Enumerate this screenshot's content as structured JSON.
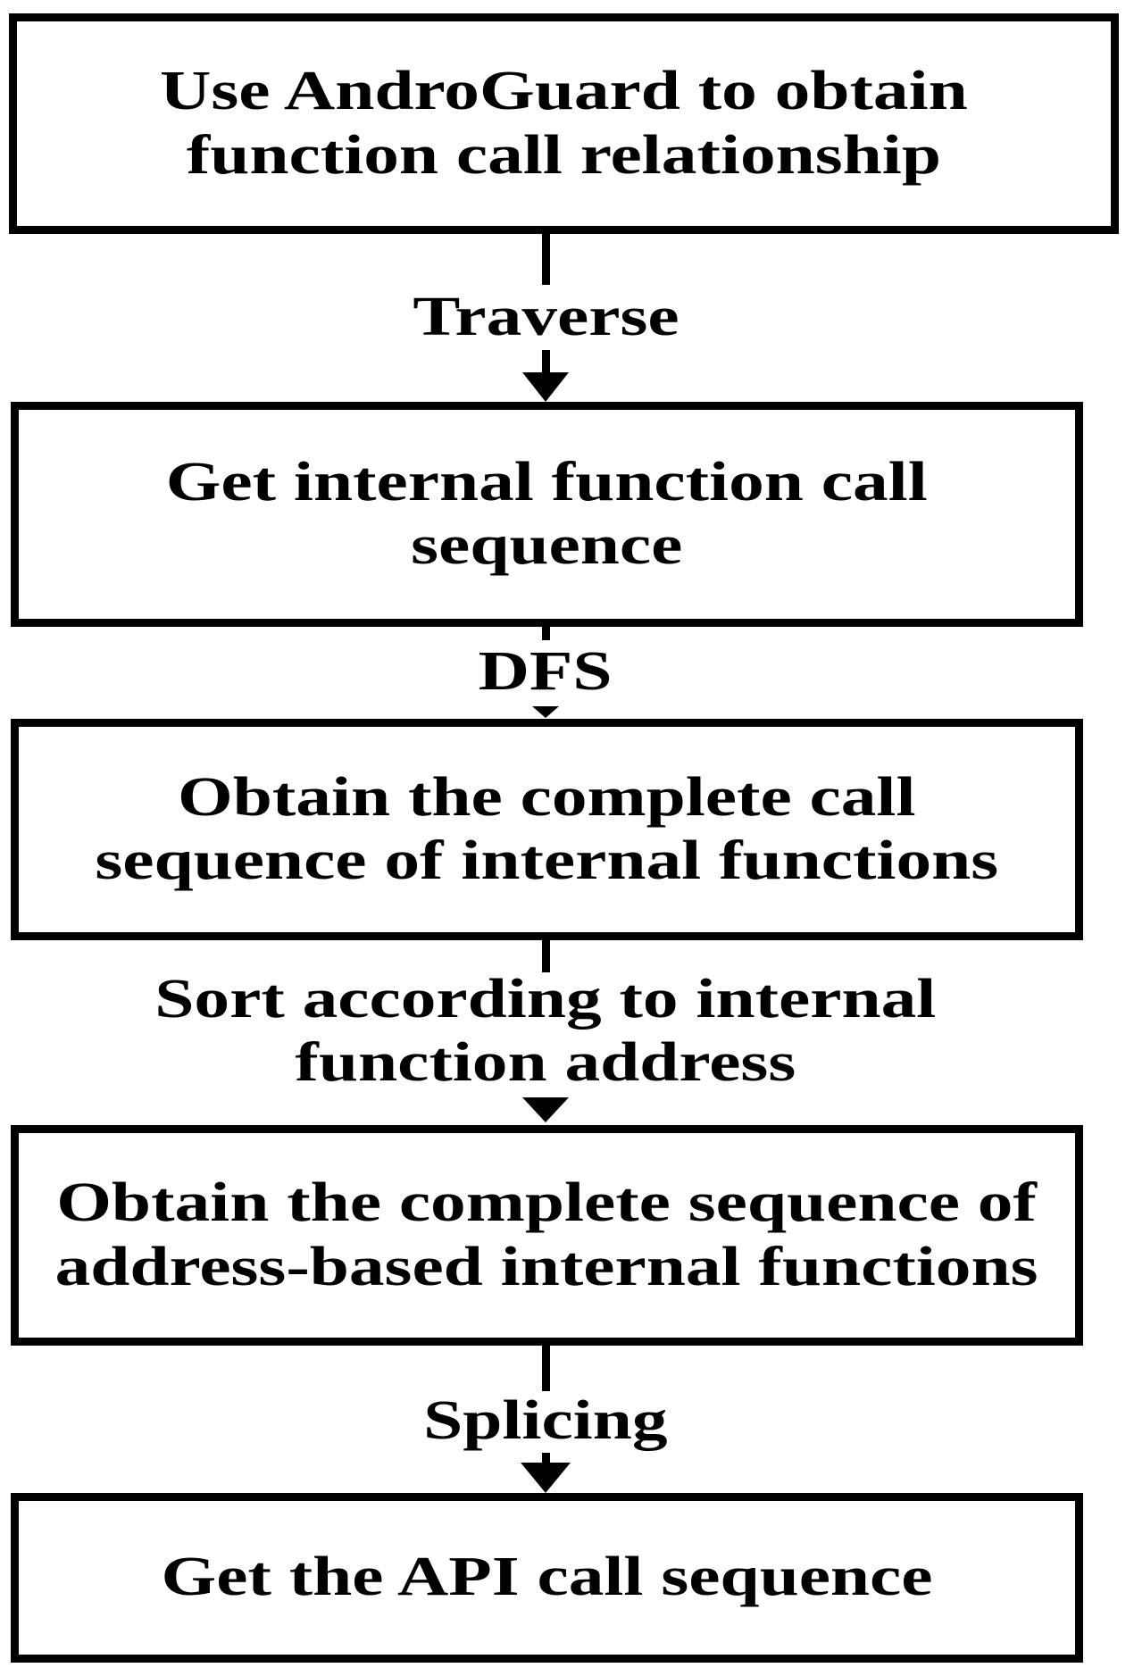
{
  "flowchart": {
    "background_color": "#ffffff",
    "line_color": "#000000",
    "nodes": [
      {
        "id": "node-1",
        "label": "Use AndroGuard to obtain\nfunction call relationship"
      },
      {
        "id": "node-2",
        "label": "Get internal function call\nsequence"
      },
      {
        "id": "node-3",
        "label": "Obtain the complete call\nsequence of internal functions"
      },
      {
        "id": "node-4",
        "label": "Obtain the complete sequence of\naddress-based internal functions"
      },
      {
        "id": "node-5",
        "label": "Get the API call sequence"
      }
    ],
    "edges": [
      {
        "from": "node-1",
        "to": "node-2",
        "label": "Traverse"
      },
      {
        "from": "node-2",
        "to": "node-3",
        "label": "DFS"
      },
      {
        "from": "node-3",
        "to": "node-4",
        "label": "Sort according to internal\nfunction address"
      },
      {
        "from": "node-4",
        "to": "node-5",
        "label": "Splicing"
      }
    ]
  }
}
